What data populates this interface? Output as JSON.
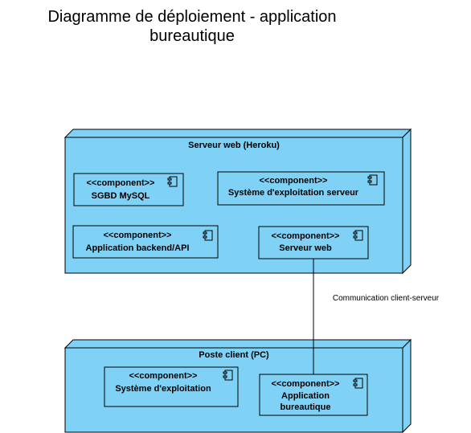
{
  "title": {
    "line1": "Diagramme de déploiement - application",
    "line2": "bureautique"
  },
  "colors": {
    "node_fill": "#7fd2f5",
    "node_stroke": "#000000",
    "background": "#ffffff"
  },
  "nodes": {
    "server": {
      "label": "Serveur web (Heroku)",
      "components": {
        "sgbd": {
          "stereotype": "<<component>>",
          "line1": "SGBD MySQL"
        },
        "os_server": {
          "stereotype": "<<component>>",
          "line1": "Système d'exploitation serveur"
        },
        "backend": {
          "stereotype": "<<component>>",
          "line1": "Application backend/API"
        },
        "webserver": {
          "stereotype": "<<component>>",
          "line1": "Serveur web"
        }
      }
    },
    "client": {
      "label": "Poste client (PC)",
      "components": {
        "os_client": {
          "stereotype": "<<component>>",
          "line1": "Système d'exploitation"
        },
        "desktop_app": {
          "stereotype": "<<component>>",
          "line1": "Application",
          "line2": "bureautique"
        }
      }
    }
  },
  "connection": {
    "label": "Communication client-serveur"
  },
  "icons": {
    "component": "uml-component-icon"
  }
}
